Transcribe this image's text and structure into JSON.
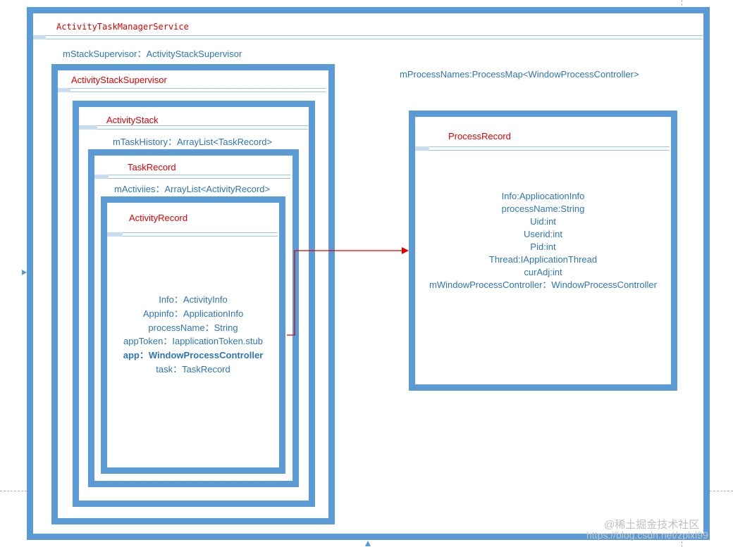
{
  "service": {
    "title": "ActivityTaskManagerService",
    "field_stack_supervisor": "mStackSupervisor：ActivityStackSupervisor",
    "field_process_names": "mProcessNames:ProcessMap<WindowProcessController>"
  },
  "stack_supervisor": {
    "title": "ActivityStackSupervisor"
  },
  "activity_stack": {
    "title": "ActivityStack",
    "field_task_history": "mTaskHistory：ArrayList<TaskRecord>"
  },
  "task_record": {
    "title": "TaskRecord",
    "field_activities": "mActiviies：ArrayList<ActivityRecord>"
  },
  "activity_record": {
    "title": "ActivityRecord",
    "fields": [
      "Info：ActivityInfo",
      "Appinfo：ApplicationInfo",
      "processName：String",
      "appToken：IapplicationToken.stub",
      "app：WindowProcessController",
      "task：TaskRecord"
    ]
  },
  "process_record": {
    "title": "ProcessRecord",
    "fields": [
      "Info:AppliocationInfo",
      "processName:String",
      "Uid:int",
      "Userid:int",
      "Pid:int",
      "Thread:IApplicationThread",
      "curAdj:int",
      "mWindowProcessController：WindowProcessController"
    ]
  },
  "watermark": {
    "brand": "@稀土掘金技术社区",
    "url": "https://blog.csdn.net/zplxl99"
  },
  "colors": {
    "box_border": "#5b9bd5",
    "title_red": "#e00000",
    "field_blue": "#2e75b6",
    "connector_red": "#e00000"
  }
}
